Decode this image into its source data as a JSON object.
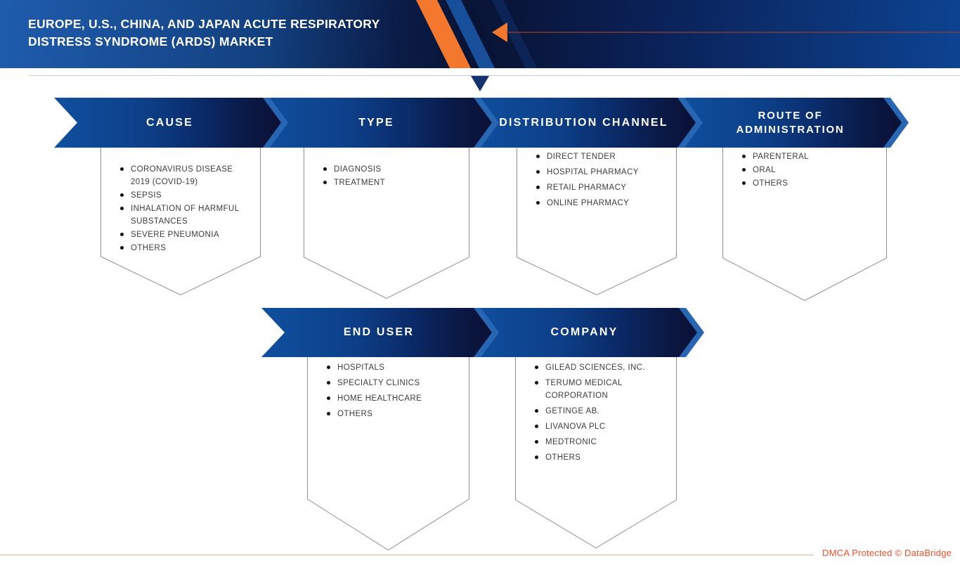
{
  "header": {
    "title_line1": "EUROPE, U.S., CHINA, AND JAPAN ACUTE RESPIRATORY",
    "title_line2": "DISTRESS SYNDROME (ARDS) MARKET"
  },
  "icons": {
    "header_arrow": "left-arrow-icon",
    "divider_pointer": "down-triangle-icon",
    "list_bullet": "filled-circle"
  },
  "theme": {
    "accent-orange": "#f4772e",
    "header-blue-left": "#1f5cad",
    "header-navy": "#0a1b45",
    "header-blue-right": "#0d4392",
    "ribbon-blue": "#0f509f",
    "ribbon-navy": "#0b1238",
    "echo-blue": "#2766b3",
    "text-dark": "#3c3c3c",
    "pennant-stroke": "#8d9097",
    "footer-orange": "#f0512b",
    "footer-line": "#e8b295"
  },
  "sections": [
    {
      "id": "cause",
      "label": "CAUSE",
      "items": [
        "CORONAVIRUS DISEASE 2019 (COVID-19)",
        "SEPSIS",
        "INHALATION OF HARMFUL SUBSTANCES",
        "SEVERE PNEUMONIA",
        "OTHERS"
      ]
    },
    {
      "id": "type",
      "label": "TYPE",
      "items": [
        "DIAGNOSIS",
        "TREATMENT"
      ]
    },
    {
      "id": "distribution-channel",
      "label": "DISTRIBUTION CHANNEL",
      "items": [
        "DIRECT TENDER",
        "HOSPITAL PHARMACY",
        "RETAIL PHARMACY",
        "ONLINE PHARMACY"
      ]
    },
    {
      "id": "route-of-administration",
      "label": "ROUTE OF ADMINISTRATION",
      "items": [
        "PARENTERAL",
        "ORAL",
        "OTHERS"
      ]
    },
    {
      "id": "end-user",
      "label": "END USER",
      "items": [
        "HOSPITALS",
        "SPECIALTY CLINICS",
        "HOME HEALTHCARE",
        "OTHERS"
      ]
    },
    {
      "id": "company",
      "label": "COMPANY",
      "items": [
        "GILEAD SCIENCES, INC.",
        "TERUMO MEDICAL CORPORATION",
        "GETINGE AB.",
        "LIVANOVA PLC",
        "MEDTRONIC",
        "OTHERS"
      ]
    }
  ],
  "footer": {
    "dmca_text": "DMCA Protected © DataBridge"
  }
}
